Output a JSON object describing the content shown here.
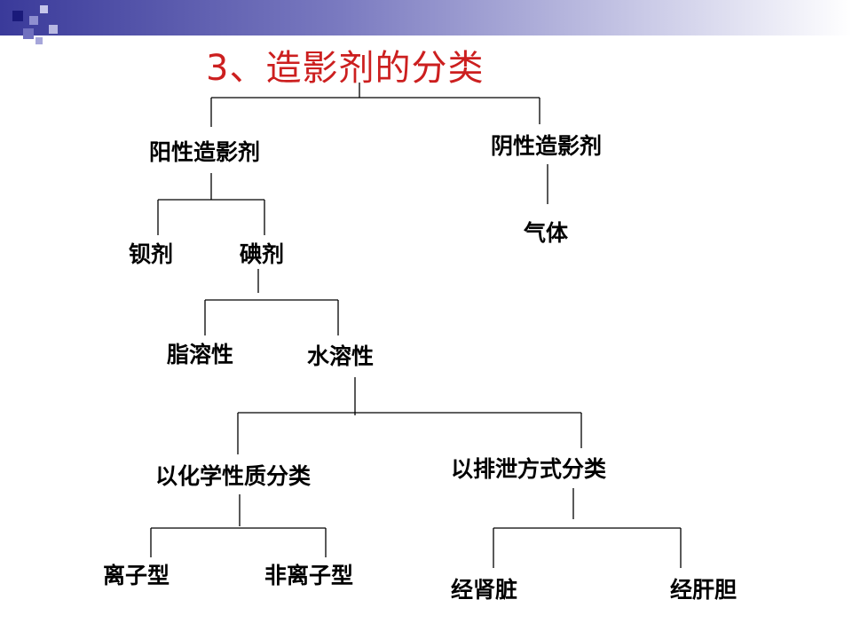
{
  "slide": {
    "title": "3、造影剂的分类",
    "accent_color": "#cc1f1f",
    "header_color": "#3a3a9a"
  },
  "nodes": {
    "positive_agent": "阳性造影剂",
    "negative_agent": "阴性造影剂",
    "gas": "气体",
    "barium": "钡剂",
    "iodine": "碘剂",
    "fat_soluble": "脂溶性",
    "water_soluble": "水溶性",
    "by_chemical": "以化学性质分类",
    "by_excretion": "以排泄方式分类",
    "ionic": "离子型",
    "non_ionic": "非离子型",
    "renal": "经肾脏",
    "hepatobiliary": "经肝胆"
  }
}
